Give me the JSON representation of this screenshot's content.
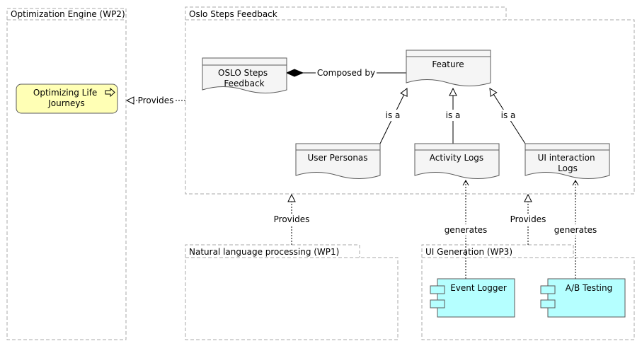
{
  "packages": {
    "optimization_engine": "Optimization Engine (WP2)",
    "oslo_feedback": "Oslo Steps Feedback",
    "nlp": "Natural language processing (WP1)",
    "ui_generation": "UI Generation (WP3)"
  },
  "nodes": {
    "optimizing_life_journeys": [
      "Optimizing Life",
      "Journeys"
    ],
    "oslo_steps_feedback": [
      "OSLO Steps",
      "Feedback"
    ],
    "feature": [
      "Feature"
    ],
    "user_personas": [
      "User Personas"
    ],
    "activity_logs": [
      "Activity Logs"
    ],
    "ui_interaction_logs": [
      "UI interaction",
      "Logs"
    ],
    "event_logger": [
      "Event Logger"
    ],
    "ab_testing": [
      "A/B Testing"
    ]
  },
  "edges": {
    "composed_by": "Composed by",
    "is_a_1": "is a",
    "is_a_2": "is a",
    "is_a_3": "is a",
    "provides_wp2": "Provides",
    "provides_wp1": "Provides",
    "provides_wp3": "Provides",
    "generates_1": "generates",
    "generates_2": "generates"
  },
  "colors": {
    "service_fill": "#ffffb5",
    "component_fill": "#b5ffff",
    "artifact_fill": "#f5f5f5",
    "stroke": "#5a5a5a",
    "frame": "#aaaaaa"
  }
}
